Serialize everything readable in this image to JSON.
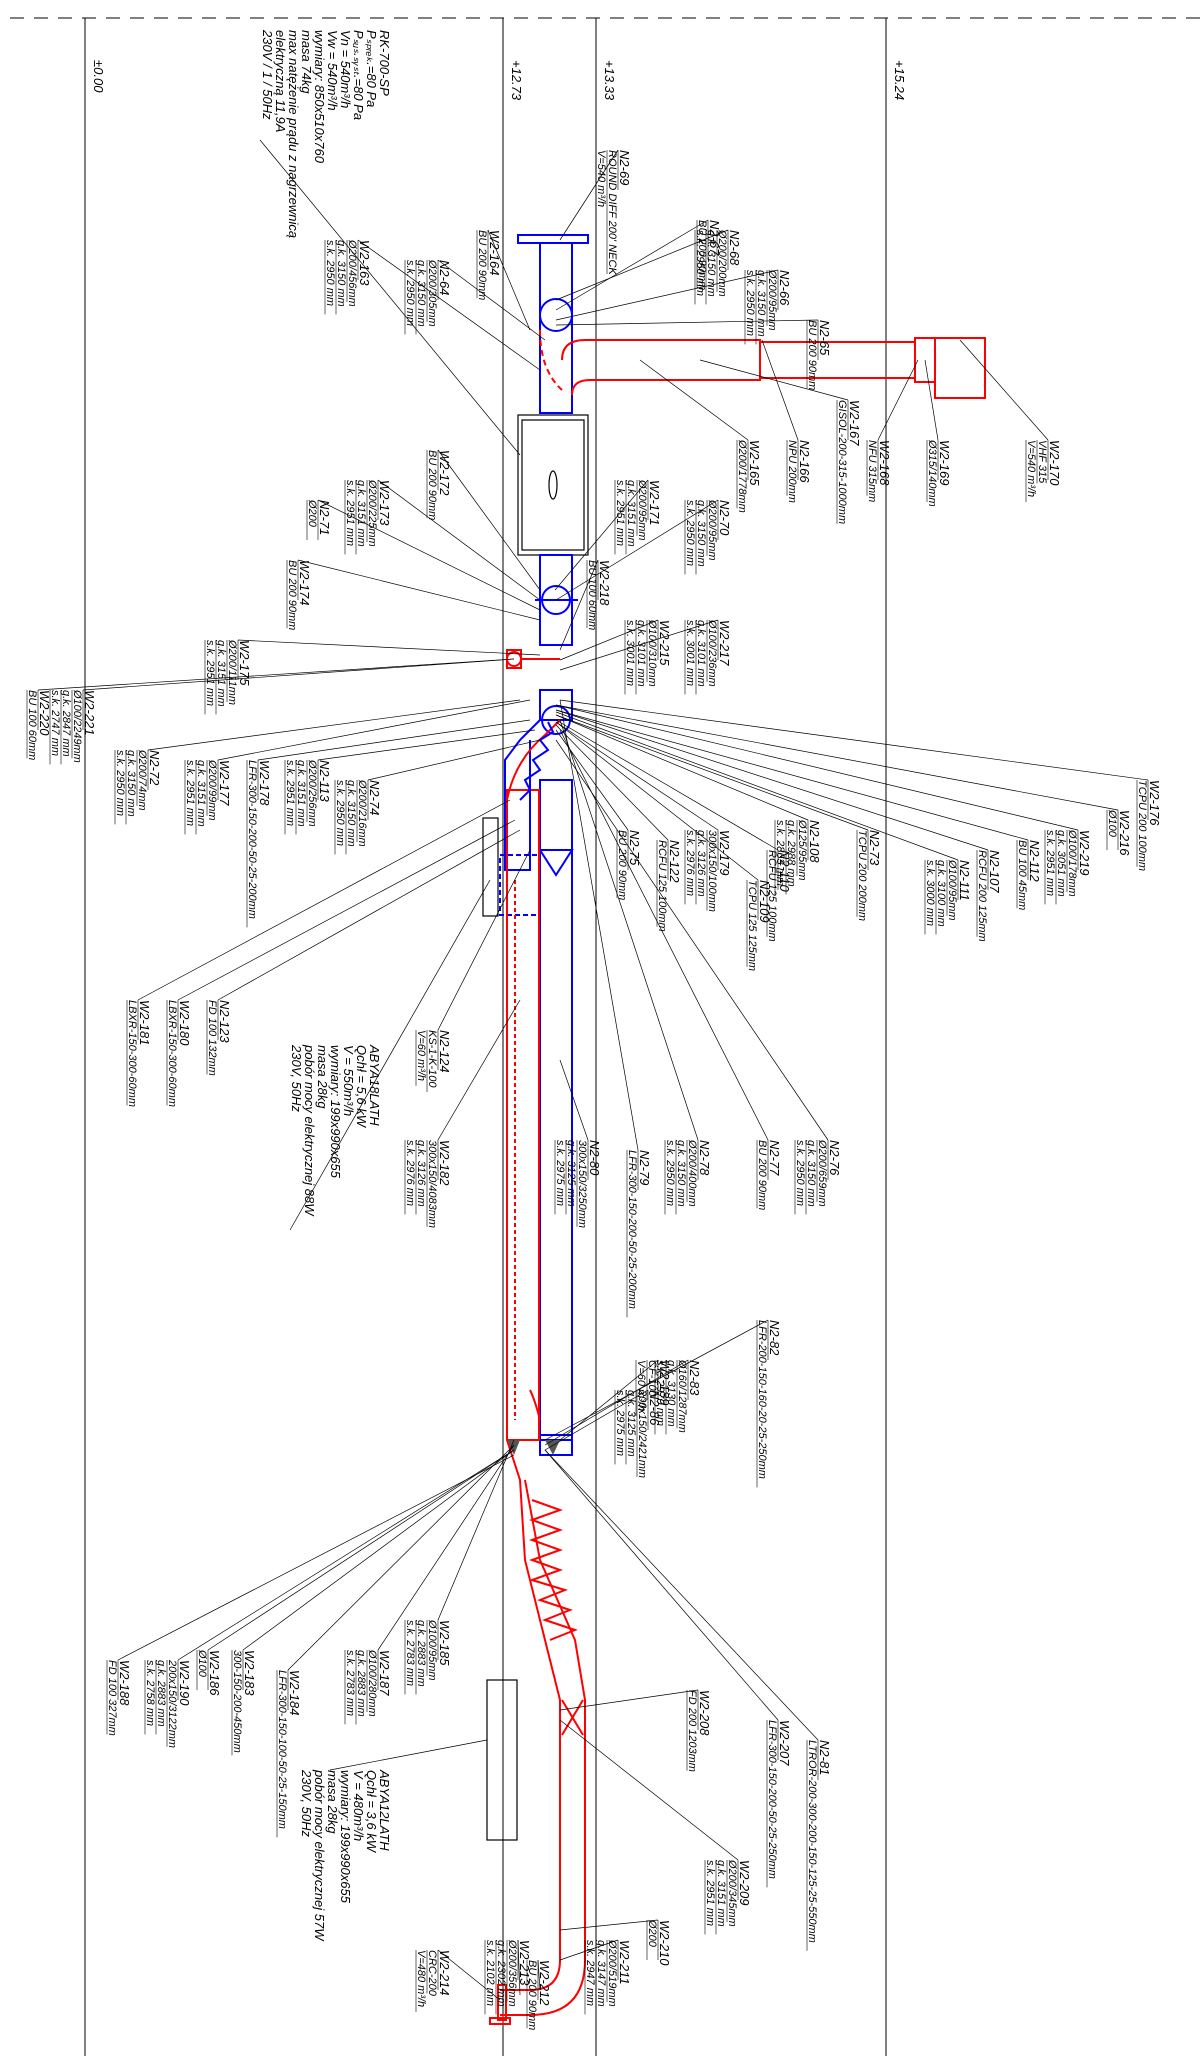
{
  "levels": [
    {
      "label": "±0.00"
    },
    {
      "label": "+12.73"
    },
    {
      "label": "+13.33"
    },
    {
      "label": "+15.24"
    }
  ],
  "unit_top": [
    "RK-700-SP",
    "Pₛₚᵣₑₖ.=80 Pa",
    "Pₛᵤₛ.ₛᵧₛₜ.=80 Pa",
    "Vn = 540m³/h",
    "Vw = 540m³/h",
    "wymiary: 850x510x760",
    "masa 74kg",
    "max natężenie prądu z nagrzewnicą",
    "elektryczną 11,9A",
    "230V / 1 / 50Hz"
  ],
  "unit_mid": [
    "ABYA18LATH",
    "Qchł = 5,6 kW",
    "V = 550m³/h",
    "wymiary: 199x990x655",
    "masa 28kg",
    "pobór mocy elektrycznej 88W",
    "230V, 50Hz"
  ],
  "unit_bot": [
    "ABYA12LATH",
    "Qchł = 3,6 kW",
    "V = 480m³/h",
    "wymiary: 199x990x655",
    "masa 28kg",
    "pobór mocy elektrycznej 57W",
    "230V, 50Hz"
  ],
  "labels": [
    {
      "lines": [
        "N2-69",
        "ROUND DIFF 200' NECK",
        "V=540 m³/h"
      ]
    },
    {
      "lines": [
        "W2-164",
        "BU 200 90mm"
      ]
    },
    {
      "lines": [
        "W2-163",
        "Ø200/456mm",
        "g.k. 3150 mm",
        "s.k. 2950 mm"
      ]
    },
    {
      "lines": [
        "N2-64",
        "Ø200/305mm",
        "g.k. 3150 mm",
        "s.k. 2950 mm"
      ]
    },
    {
      "lines": [
        "N2-68",
        "Ø200/200mm",
        "g.k. 3150 mm",
        "s.k. 2950 mm"
      ]
    },
    {
      "lines": [
        "N2-67",
        "BU 200 90mm"
      ]
    },
    {
      "lines": [
        "N2-66",
        "Ø200/95mm",
        "g.k. 3150 mm",
        "s.k. 2950 mm"
      ]
    },
    {
      "lines": [
        "N2-65",
        "BU 200 90mm"
      ]
    },
    {
      "lines": [
        "W2-170",
        "VHF 315",
        "V=540 m³/h"
      ]
    },
    {
      "lines": [
        "W2-169",
        "Ø315/140mm"
      ]
    },
    {
      "lines": [
        "W2-168",
        "NFU 315mm"
      ]
    },
    {
      "lines": [
        "N2-166",
        "NPU 200mm"
      ]
    },
    {
      "lines": [
        "W2-167",
        "GISOL-200-315-1000mm"
      ]
    },
    {
      "lines": [
        "W2-165",
        "Ø200/1778mm"
      ]
    },
    {
      "lines": [
        "W2-172",
        "BU 200 90mm"
      ]
    },
    {
      "lines": [
        "W2-173",
        "Ø200/225mm",
        "g.k. 3151 mm",
        "s.k. 2951 mm"
      ]
    },
    {
      "lines": [
        "N2-71",
        "Ø200"
      ]
    },
    {
      "lines": [
        "W2-171",
        "Ø200/95mm",
        "g.k. 3151 mm",
        "s.k. 2951 mm"
      ]
    },
    {
      "lines": [
        "N2-70",
        "Ø200/95mm",
        "g.k. 3150 mm",
        "s.k. 2950 mm"
      ]
    },
    {
      "lines": [
        "W2-174",
        "BU 200 90mm"
      ]
    },
    {
      "lines": [
        "W2-175",
        "Ø200/111mm",
        "g.k. 3151 mm",
        "s.k. 2951 mm"
      ]
    },
    {
      "lines": [
        "W2-218",
        "BU 100 60mm"
      ]
    },
    {
      "lines": [
        "W2-215",
        "Ø100/310mm",
        "g.k. 3101 mm",
        "s.k. 3001 mm"
      ]
    },
    {
      "lines": [
        "W2-217",
        "Ø100/236mm",
        "g.k. 3101 mm",
        "s.k. 3001 mm"
      ]
    },
    {
      "lines": [
        "W2-176",
        "TCPU 200 100mm"
      ]
    },
    {
      "lines": [
        "W2-216",
        "Ø100"
      ]
    },
    {
      "lines": [
        "W2-219",
        "Ø100/178mm",
        "g.k. 3051 mm",
        "s.k. 2951 mm"
      ]
    },
    {
      "lines": [
        "N2-112",
        "BU 100 45mm"
      ]
    },
    {
      "lines": [
        "N2-107",
        "RCFU 200 125mm"
      ]
    },
    {
      "lines": [
        "N2-111",
        "Ø100/95mm",
        "g.k. 3100 mm",
        "s.k. 3000 mm"
      ]
    },
    {
      "lines": [
        "N2-73",
        "TCPU 200 200mm"
      ]
    },
    {
      "lines": [
        "N2-108",
        "Ø125/95mm",
        "g.k. 2988 mm",
        "s.k. 2863 mm"
      ]
    },
    {
      "lines": [
        "N2-110",
        "RCFU 125 100mm"
      ]
    },
    {
      "lines": [
        "N2-109",
        "TCPU 125 125mm"
      ]
    },
    {
      "lines": [
        "W2-179",
        "300x150/100mm",
        "g.k. 3126 mm",
        "s.k. 2976 mm"
      ]
    },
    {
      "lines": [
        "N2-122",
        "RCFU 125 100mm"
      ]
    },
    {
      "lines": [
        "N2-75",
        "BU 200 90mm"
      ]
    },
    {
      "lines": [
        "W2-221",
        "Ø100/2249mm",
        "g.k. 2847 mm",
        "s.k. 2747 mm"
      ]
    },
    {
      "lines": [
        "W2-220",
        "BU 100 60mm"
      ]
    },
    {
      "lines": [
        "N2-72",
        "Ø200/74mm",
        "g.k. 3150 mm",
        "s.k. 2950 mm"
      ]
    },
    {
      "lines": [
        "W2-177",
        "Ø200/99mm",
        "g.k. 3151 mm",
        "s.k. 2951 mm"
      ]
    },
    {
      "lines": [
        "W2-178",
        "LFR-300-150-200-50-25-200mm"
      ]
    },
    {
      "lines": [
        "N2-113",
        "Ø200/256mm",
        "g.k. 3151 mm",
        "s.k. 2951 mm"
      ]
    },
    {
      "lines": [
        "N2-74",
        "Ø200/216mm",
        "g.k. 3150 mm",
        "s.k. 2950 mm"
      ]
    },
    {
      "lines": [
        "W2-181",
        "LBXR-150-300-60mm"
      ]
    },
    {
      "lines": [
        "W2-180",
        "LBXR-150-300-60mm"
      ]
    },
    {
      "lines": [
        "N2-123",
        "FD 100 132mm"
      ]
    },
    {
      "lines": [
        "N2-124",
        "KS-1-K-100",
        "V=60 m³/h"
      ]
    },
    {
      "lines": [
        "W2-182",
        "300x150/4083mm",
        "g.k. 3126 mm",
        "s.k. 2976 mm"
      ]
    },
    {
      "lines": [
        "N2-80",
        "300x150/3250mm",
        "g.k. 3125 mm",
        "s.k. 2975 mm"
      ]
    },
    {
      "lines": [
        "N2-79",
        "LFR-300-150-200-50-25-200mm"
      ]
    },
    {
      "lines": [
        "N2-78",
        "Ø200/400mm",
        "g.k. 3150 mm",
        "s.k. 2950 mm"
      ]
    },
    {
      "lines": [
        "N2-77",
        "BU 200 90mm"
      ]
    },
    {
      "lines": [
        "N2-76",
        "Ø200/659mm",
        "g.k. 3150 mm",
        "s.k. 2950 mm"
      ]
    },
    {
      "lines": [
        "W2-189",
        "CF-100",
        "V=60 m³/h"
      ]
    },
    {
      "lines": [
        "N2-82",
        "LFR-200-150-160-20-25-250mm"
      ]
    },
    {
      "lines": [
        "N2-83",
        "Ø160/1287mm",
        "g.k. 3130 mm",
        "s.k. 2970 mm"
      ]
    },
    {
      "lines": [
        "N2-86",
        "200x150/2421mm",
        "g.k. 3125 mm",
        "s.k. 2975 mm"
      ]
    },
    {
      "lines": [
        "W2-185",
        "Ø100/95mm",
        "g.k. 2883 mm",
        "s.k. 2783 mm"
      ]
    },
    {
      "lines": [
        "W2-187",
        "Ø100/280mm",
        "g.k. 2883 mm",
        "s.k. 2783 mm"
      ]
    },
    {
      "lines": [
        "W2-184",
        "LFR-300-150-100-50-25-150mm"
      ]
    },
    {
      "lines": [
        "W2-183",
        "300-150-200-450mm"
      ]
    },
    {
      "lines": [
        "W2-186",
        "Ø100"
      ]
    },
    {
      "lines": [
        "W2-190",
        "200x150/3122mm",
        "g.k. 2883 mm",
        "s.k. 2758 mm"
      ]
    },
    {
      "lines": [
        "W2-188",
        "FD 100 327mm"
      ]
    },
    {
      "lines": [
        "N2-81",
        "LTROR-200-300-200-150-125-25-550mm"
      ]
    },
    {
      "lines": [
        "W2-207",
        "LFR-300-150-200-50-25-250mm"
      ]
    },
    {
      "lines": [
        "W2-208",
        "FD 200 1203mm"
      ]
    },
    {
      "lines": [
        "W2-209",
        "Ø200/345mm",
        "g.k. 3151 mm",
        "s.k. 2951 mm"
      ]
    },
    {
      "lines": [
        "W2-210",
        "Ø200"
      ]
    },
    {
      "lines": [
        "W2-211",
        "Ø200/519mm",
        "g.k. 3147 mm",
        "s.k. 2947 mm"
      ]
    },
    {
      "lines": [
        "W2-212",
        "BU 200 90mm"
      ]
    },
    {
      "lines": [
        "W2-213",
        "Ø200/356mm",
        "g.k. 2302 mm",
        "s.k. 2102 mm"
      ]
    },
    {
      "lines": [
        "W2-214",
        "CRC-200",
        "V=480 m³/h"
      ]
    }
  ]
}
